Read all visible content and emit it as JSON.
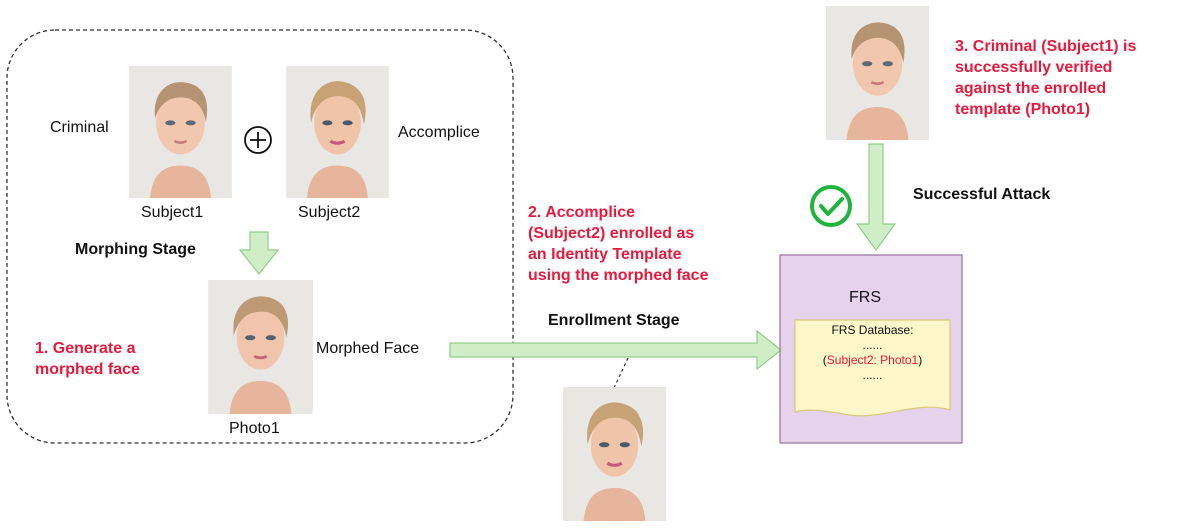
{
  "morphing": {
    "criminal_label": "Criminal",
    "accomplice_label": "Accomplice",
    "subject1_caption": "Subject1",
    "subject2_caption": "Subject2",
    "stage_label": "Morphing Stage",
    "morphed_face_label": "Morphed Face",
    "photo1_caption": "Photo1",
    "step1_line1": "1. Generate a",
    "step1_line2": "morphed face"
  },
  "enrollment": {
    "step2_line1": "2. Accomplice",
    "step2_line2": "(Subject2) enrolled as",
    "step2_line3": "an Identity Template",
    "step2_line4": "using the morphed face",
    "stage_label": "Enrollment Stage"
  },
  "attack": {
    "step3_line1": "3. Criminal (Subject1) is",
    "step3_line2": "successfully verified",
    "step3_line3": "against the enrolled",
    "step3_line4": "template (Photo1)",
    "result_label": "Successful Attack"
  },
  "frs": {
    "title": "FRS",
    "db_title": "FRS Database:",
    "dots_top": "......",
    "entry_open": "(",
    "entry_value": "Subject2: Photo1",
    "entry_close": ")",
    "dots_bottom": "......"
  },
  "colors": {
    "red_text": "#e8193b",
    "arrow_fill": "#cfeec7",
    "arrow_stroke": "#8fcf85",
    "frs_fill": "#e6d2ea",
    "frs_stroke": "#9a7aa6",
    "db_fill": "#fdf6c8",
    "db_stroke": "#d9c77a",
    "check_green": "#1fb53c"
  },
  "icons": {
    "plus": "plus-circle-icon",
    "check": "check-circle-icon"
  }
}
